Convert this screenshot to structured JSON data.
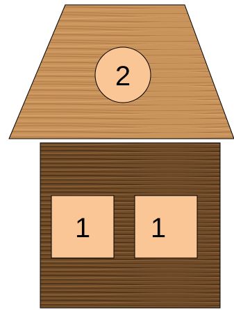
{
  "roof": {
    "badge_label": "2",
    "wood_color": "#c9935c"
  },
  "wall": {
    "wood_color": "#6e4a28",
    "windows": [
      {
        "label": "1"
      },
      {
        "label": "1"
      }
    ]
  },
  "colors": {
    "window_fill": "#fbc695",
    "badge_fill": "#fbc695",
    "outline": "#000000"
  }
}
